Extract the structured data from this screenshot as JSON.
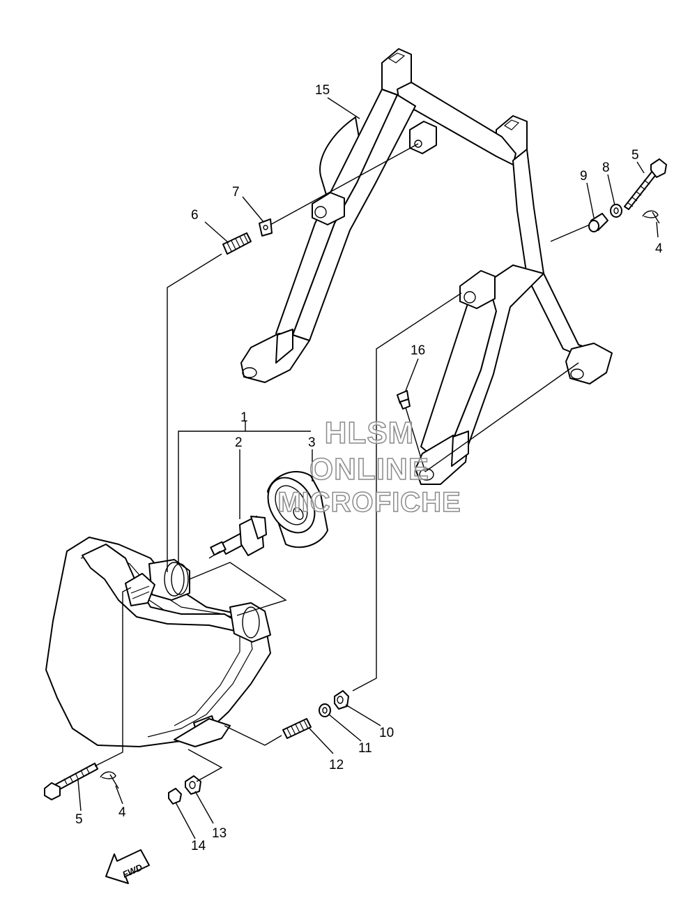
{
  "callouts": [
    {
      "id": "c1",
      "label": "1"
    },
    {
      "id": "c2",
      "label": "2"
    },
    {
      "id": "c3",
      "label": "3"
    },
    {
      "id": "c4a",
      "label": "4"
    },
    {
      "id": "c4b",
      "label": "4"
    },
    {
      "id": "c5a",
      "label": "5"
    },
    {
      "id": "c5b",
      "label": "5"
    },
    {
      "id": "c6",
      "label": "6"
    },
    {
      "id": "c7",
      "label": "7"
    },
    {
      "id": "c8",
      "label": "8"
    },
    {
      "id": "c9",
      "label": "9"
    },
    {
      "id": "c10",
      "label": "10"
    },
    {
      "id": "c11",
      "label": "11"
    },
    {
      "id": "c12",
      "label": "12"
    },
    {
      "id": "c13",
      "label": "13"
    },
    {
      "id": "c14",
      "label": "14"
    },
    {
      "id": "c15",
      "label": "15"
    },
    {
      "id": "c16",
      "label": "16"
    }
  ],
  "watermark": {
    "line1": "HLSM",
    "line2": "ONLINE",
    "line3": "MICROFICHE"
  },
  "fwd_label": "FWD"
}
